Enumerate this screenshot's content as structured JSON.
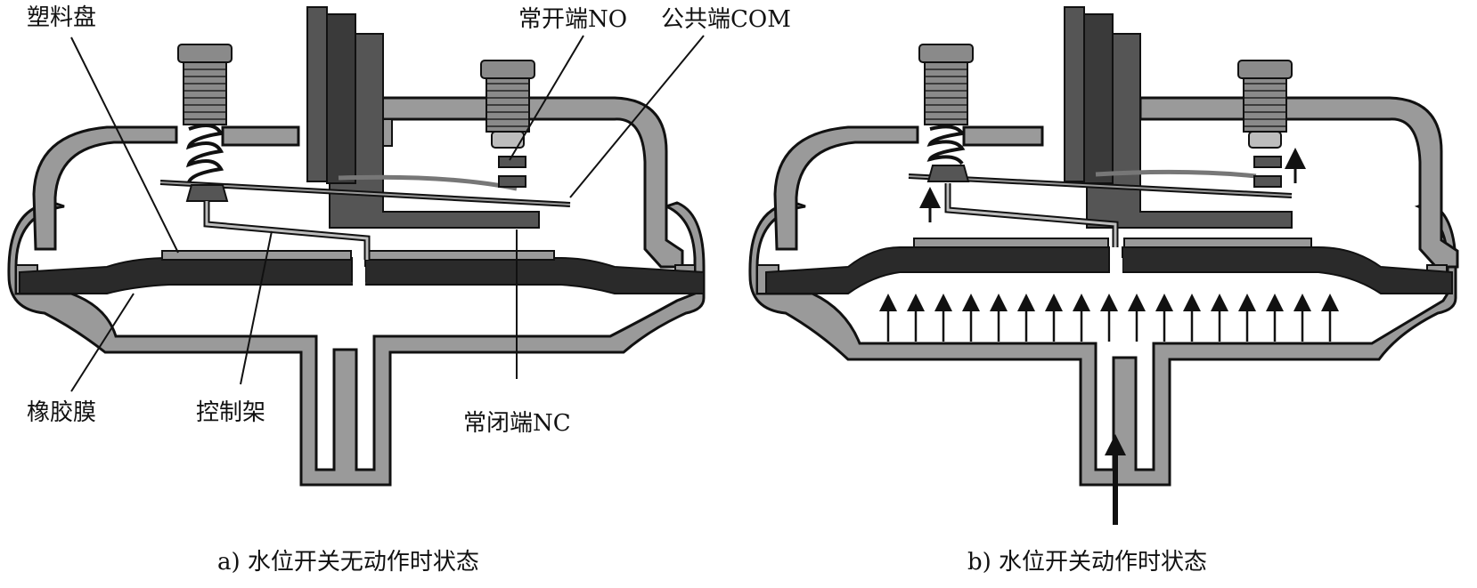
{
  "colors": {
    "housing": "#9a9a9a",
    "outline": "#111111",
    "dark": "#2a2a2a",
    "mid": "#555555",
    "light": "#bdbdbd",
    "background": "#ffffff"
  },
  "panel_a": {
    "caption": "a) 水位开关无动作时状态",
    "labels": {
      "plastic_disc": "塑料盘",
      "normally_open": "常开端NO",
      "common": "公共端COM",
      "rubber_membrane": "橡胶膜",
      "control_frame": "控制架",
      "normally_closed": "常闭端NC"
    }
  },
  "panel_b": {
    "caption": "b) 水位开关动作时状态"
  }
}
